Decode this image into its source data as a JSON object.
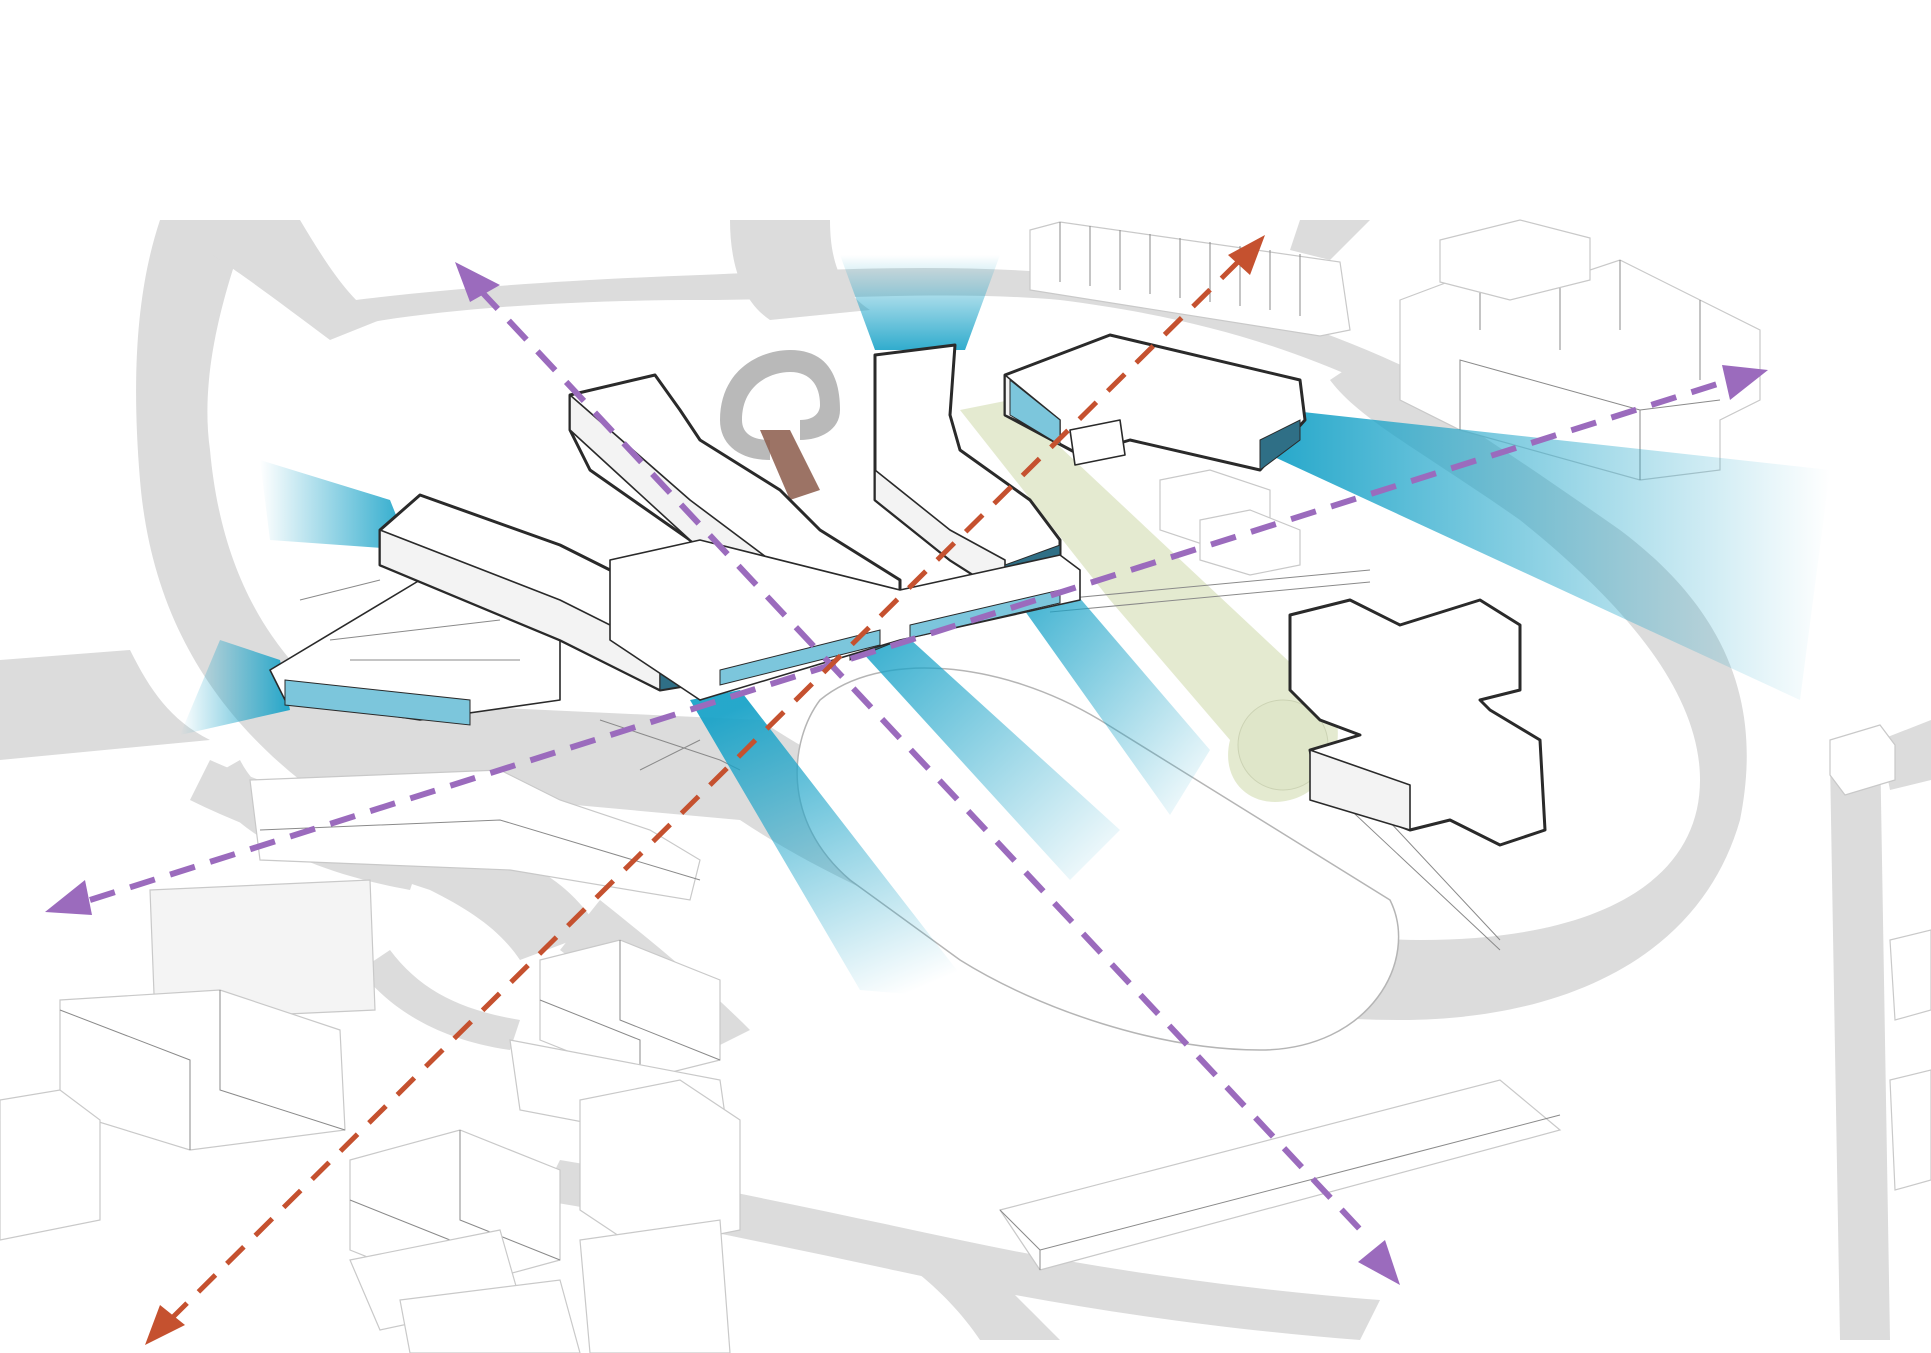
{
  "diagram": {
    "colors": {
      "background": "#ffffff",
      "context_roads": "#dcdcdc",
      "context_buildings_outline": "#c9c9c9",
      "building_outline": "#2a2a2a",
      "view_cone": "#1aa3c8",
      "glazing": "#7cc6dc",
      "visual_axis": "#9b6bbd",
      "access_axis": "#c5512f",
      "green_path": "#dfe6c8"
    },
    "legend_text": [],
    "elements": {
      "view_cones": [
        "view-cone-west",
        "view-cone-southwest",
        "view-cone-north",
        "view-cone-east",
        "view-cone-south-1",
        "view-cone-south-2",
        "view-cone-south-3"
      ],
      "axes": [
        "purple-axis-northwest-southeast",
        "purple-axis-southwest-northeast",
        "orange-axis-southwest-northeast"
      ],
      "icons": [
        "arrowhead-icon"
      ]
    }
  }
}
